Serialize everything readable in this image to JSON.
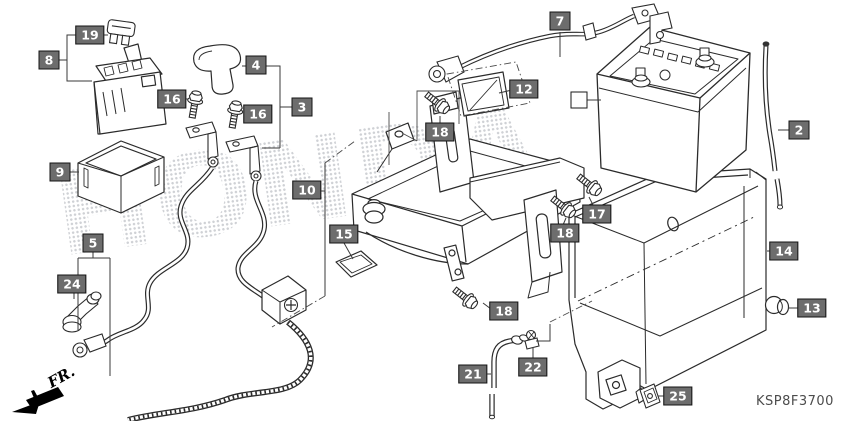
{
  "diagram": {
    "code": "KSP8F3700",
    "direction_label": "FR.",
    "watermark_text": "HONDA"
  },
  "colors": {
    "label_background": "#6d6d6d",
    "label_text": "#ffffff",
    "line": "#2b2b2b",
    "code_text": "#4c4c4c",
    "watermark_dots": "#a9adb4"
  },
  "callouts": [
    {
      "text": "19"
    },
    {
      "text": "8"
    },
    {
      "text": "4"
    },
    {
      "text": "16"
    },
    {
      "text": "3"
    },
    {
      "text": "16"
    },
    {
      "text": "12"
    },
    {
      "text": "7"
    },
    {
      "text": "2"
    },
    {
      "text": "18"
    },
    {
      "text": "9"
    },
    {
      "text": "10"
    },
    {
      "text": "17"
    },
    {
      "text": "18"
    },
    {
      "text": "15"
    },
    {
      "text": "5"
    },
    {
      "text": "14"
    },
    {
      "text": "24"
    },
    {
      "text": "13"
    },
    {
      "text": "18"
    },
    {
      "text": "22"
    },
    {
      "text": "21"
    },
    {
      "text": "25"
    }
  ]
}
